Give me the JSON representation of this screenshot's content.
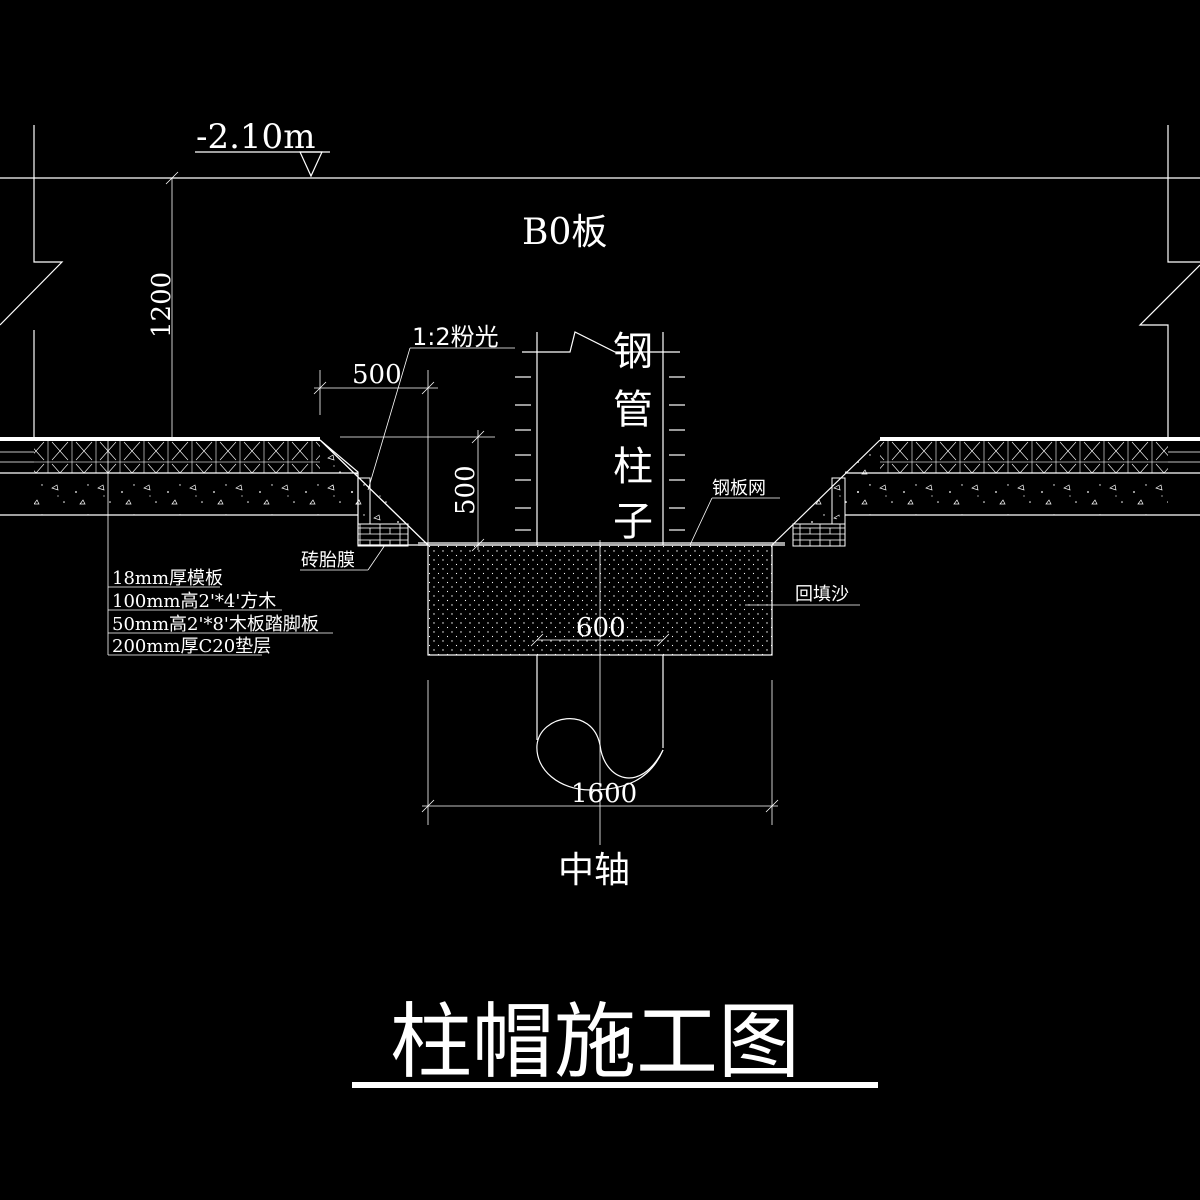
{
  "elevation": "-2.10m",
  "slab": "B0板",
  "dims": {
    "slab_height": "1200",
    "haunch_width": "500",
    "haunch_depth": "500",
    "column_width": "600",
    "cap_width": "1600"
  },
  "labels": {
    "finish": "1:2粉光",
    "column": [
      "钢",
      "管",
      "柱",
      "子"
    ],
    "mesh": "钢板网",
    "brick": "砖胎膜",
    "sand": "回填沙",
    "axis": "中轴"
  },
  "layers": [
    "18mm厚模板",
    "100mm高2'*4'方木",
    "50mm高2'*8'木板踏脚板",
    "200mm厚C20垫层"
  ],
  "title": "柱帽施工图",
  "colors": {
    "background": "#000000",
    "line": "#ffffff"
  }
}
